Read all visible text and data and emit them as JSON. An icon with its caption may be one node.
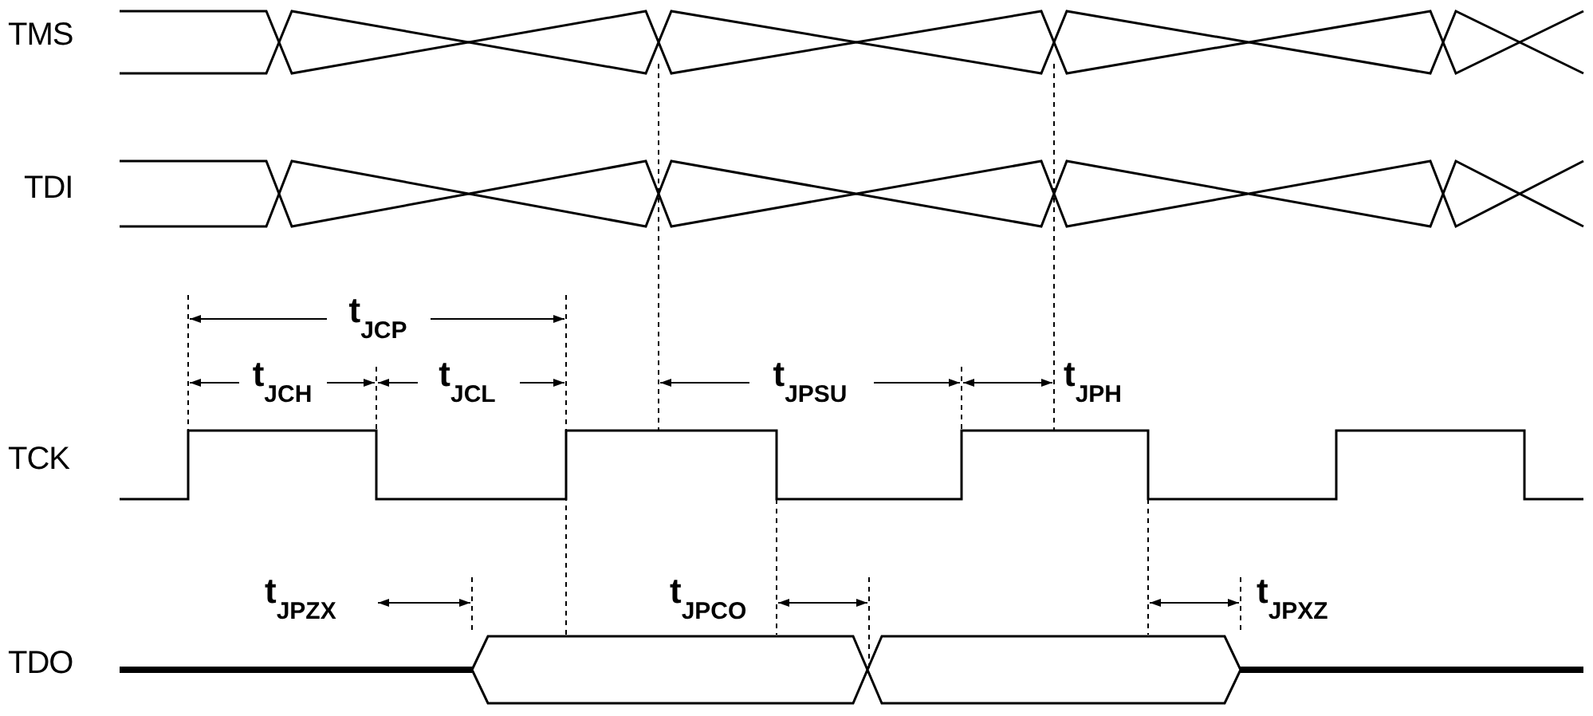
{
  "diagram": {
    "labels": [
      "TMS",
      "TDI",
      "t$_{JCP}$",
      "t$_{JCH}$",
      "t$_{JCL}$",
      "t$_{JPSU}$",
      "t$_{JPH}$",
      "TCK",
      "t$_{JPZX}$",
      "t$_{JPCO}$",
      "t$_{JPXZ}$",
      "TDO"
    ]
  }
}
